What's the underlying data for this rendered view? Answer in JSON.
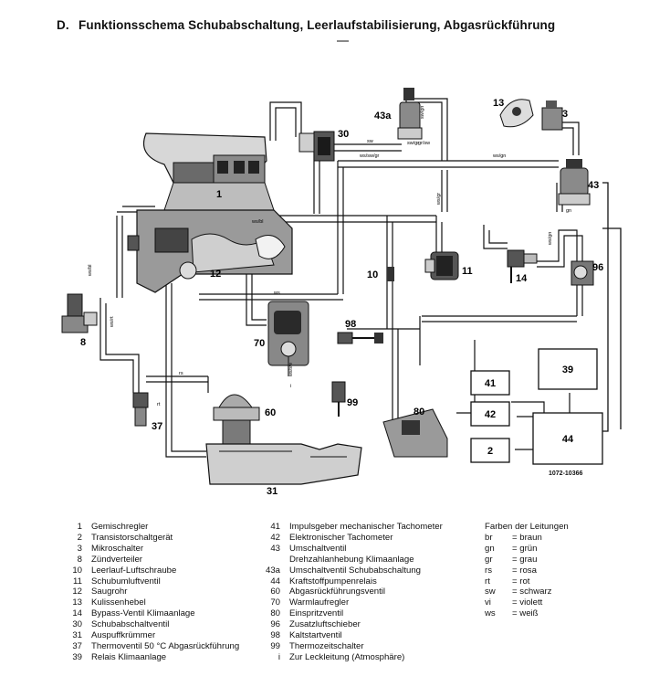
{
  "title": {
    "section": "D.",
    "text": "Funktionsschema Schubabschaltung, Leerlaufstabilisierung, Abgasrückführung"
  },
  "figure_ref": "1072-10366",
  "diagram": {
    "component_labels": {
      "c1": "1",
      "c3": "3",
      "c8": "8",
      "c10": "10",
      "c11": "11",
      "c12": "12",
      "c13": "13",
      "c14": "14",
      "c30": "30",
      "c31": "31",
      "c37": "37",
      "c43": "43",
      "c43a": "43a",
      "c60": "60",
      "c70": "70",
      "c80": "80",
      "c96": "96",
      "c98": "98",
      "c99": "99"
    },
    "boxes": {
      "b39": "39",
      "b41": "41",
      "b42": "42",
      "b2": "2",
      "b44": "44"
    },
    "wire_labels": {
      "w1": "sw",
      "w2": "ws/sw/gr",
      "w3": "ws/gn",
      "w4": "ws/bl",
      "w5": "sw/gn",
      "w6": "sw/gr",
      "w7": "gr/sw",
      "w8": "ws/gr",
      "w9": "ws/rt",
      "w10": "ws/gn",
      "w11": "ws/bl",
      "w12": "rs",
      "w13": "rt",
      "w14": "ws/sw",
      "w15": "gn",
      "w16": "ws"
    },
    "marks": {
      "atm": "i",
      "sw_marker": "sw"
    }
  },
  "legend_left": [
    {
      "num": "1",
      "text": "Gemischregler"
    },
    {
      "num": "2",
      "text": "Transistorschaltgerät"
    },
    {
      "num": "3",
      "text": "Mikroschalter"
    },
    {
      "num": "8",
      "text": "Zündverteiler"
    },
    {
      "num": "10",
      "text": "Leerlauf-Luftschraube"
    },
    {
      "num": "11",
      "text": "Schubumluftventil"
    },
    {
      "num": "12",
      "text": "Saugrohr"
    },
    {
      "num": "13",
      "text": "Kulissenhebel"
    },
    {
      "num": "14",
      "text": "Bypass-Ventil Klimaanlage"
    },
    {
      "num": "30",
      "text": "Schubabschaltventil"
    },
    {
      "num": "31",
      "text": "Auspuffkrümmer"
    },
    {
      "num": "37",
      "text": "Thermoventil 50 °C Abgasrückführung"
    },
    {
      "num": "39",
      "text": "Relais Klimaanlage"
    }
  ],
  "legend_mid": [
    {
      "num": "41",
      "text": "Impulsgeber mechanischer Tachometer"
    },
    {
      "num": "42",
      "text": "Elektronischer Tachometer"
    },
    {
      "num": "43",
      "text": "Umschaltventil"
    },
    {
      "num": "",
      "text": "Drehzahlanhebung Klimaanlage"
    },
    {
      "num": "43a",
      "text": "Umschaltventil Schubabschaltung"
    },
    {
      "num": "44",
      "text": "Kraftstoffpumpenrelais"
    },
    {
      "num": "60",
      "text": "Abgasrückführungsventil"
    },
    {
      "num": "70",
      "text": "Warmlaufregler"
    },
    {
      "num": "80",
      "text": "Einspritzventil"
    },
    {
      "num": "96",
      "text": "Zusatzluftschieber"
    },
    {
      "num": "98",
      "text": "Kaltstartventil"
    },
    {
      "num": "99",
      "text": "Thermozeitschalter"
    },
    {
      "num": "i",
      "text": "Zur Leckleitung (Atmosphäre)"
    }
  ],
  "colors": {
    "heading": "Farben der Leitungen",
    "items": [
      {
        "code": "br",
        "meaning": "= braun"
      },
      {
        "code": "gn",
        "meaning": "= grün"
      },
      {
        "code": "gr",
        "meaning": "= grau"
      },
      {
        "code": "rs",
        "meaning": "= rosa"
      },
      {
        "code": "rt",
        "meaning": "= rot"
      },
      {
        "code": "sw",
        "meaning": "= schwarz"
      },
      {
        "code": "vi",
        "meaning": "= violett"
      },
      {
        "code": "ws",
        "meaning": "= weiß"
      }
    ]
  }
}
